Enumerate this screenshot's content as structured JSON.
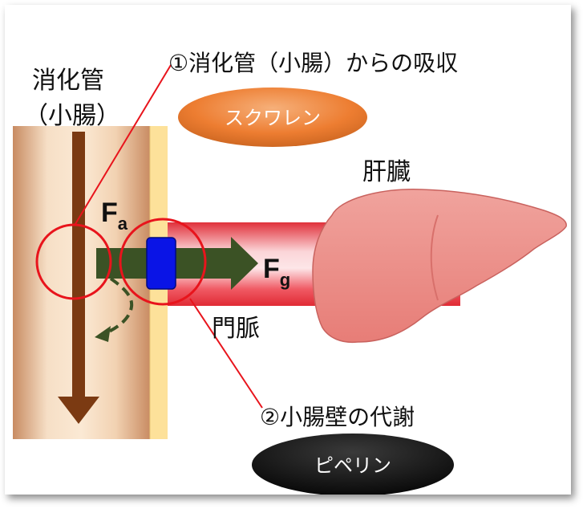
{
  "labels": {
    "intestine_line1": "消化管",
    "intestine_line2": "（小腸）",
    "absorption": "①消化管（小腸）からの吸収",
    "liver": "肝臓",
    "portal_vein": "門脈",
    "wall_metabolism": "②小腸壁の代謝"
  },
  "symbols": {
    "fa_main": "F",
    "fa_sub": "a",
    "fg_main": "F",
    "fg_sub": "g"
  },
  "badges": {
    "squalene": "スクワレン",
    "piperine": "ピペリン"
  },
  "colors": {
    "highlight_red": "#e8141c",
    "flow_arrow_green": "#3b5225",
    "intestine_brown": "#7b3a12",
    "transporter_blue": "#0a14e6",
    "squalene_orange": "#ed7d31",
    "piperine_black": "#0c0c0c",
    "liver_pink": "#ec8a84"
  }
}
